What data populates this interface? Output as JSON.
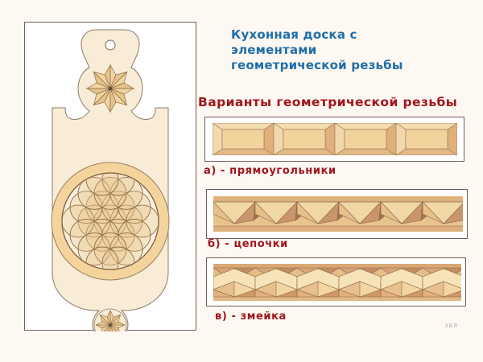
{
  "header": {
    "title": "Кухонная доска с\nэлементами\nгеометрической резьбы"
  },
  "variants": {
    "heading": "Варианты геометрической резьбы",
    "items": [
      {
        "caption": "а) - прямоугольники",
        "pattern": "rectangles"
      },
      {
        "caption": "б) - цепочки",
        "pattern": "chains"
      },
      {
        "caption": "в) - змейка",
        "pattern": "zigzag"
      }
    ]
  },
  "illustration": {
    "subject": "cutting-board",
    "elements": [
      "hanging-hole",
      "top-rosette",
      "flower-of-life-medallion",
      "bottom-rosette"
    ]
  },
  "watermark": "ЗВЯ",
  "colors": {
    "title": "#1f6ea8",
    "heading": "#a0151c",
    "frame_border": "#7a5a58",
    "wood_light": "#f7e9cf",
    "wood_mid": "#f1cf96",
    "wood_dark": "#c99a6a",
    "outline": "#7a6650"
  }
}
